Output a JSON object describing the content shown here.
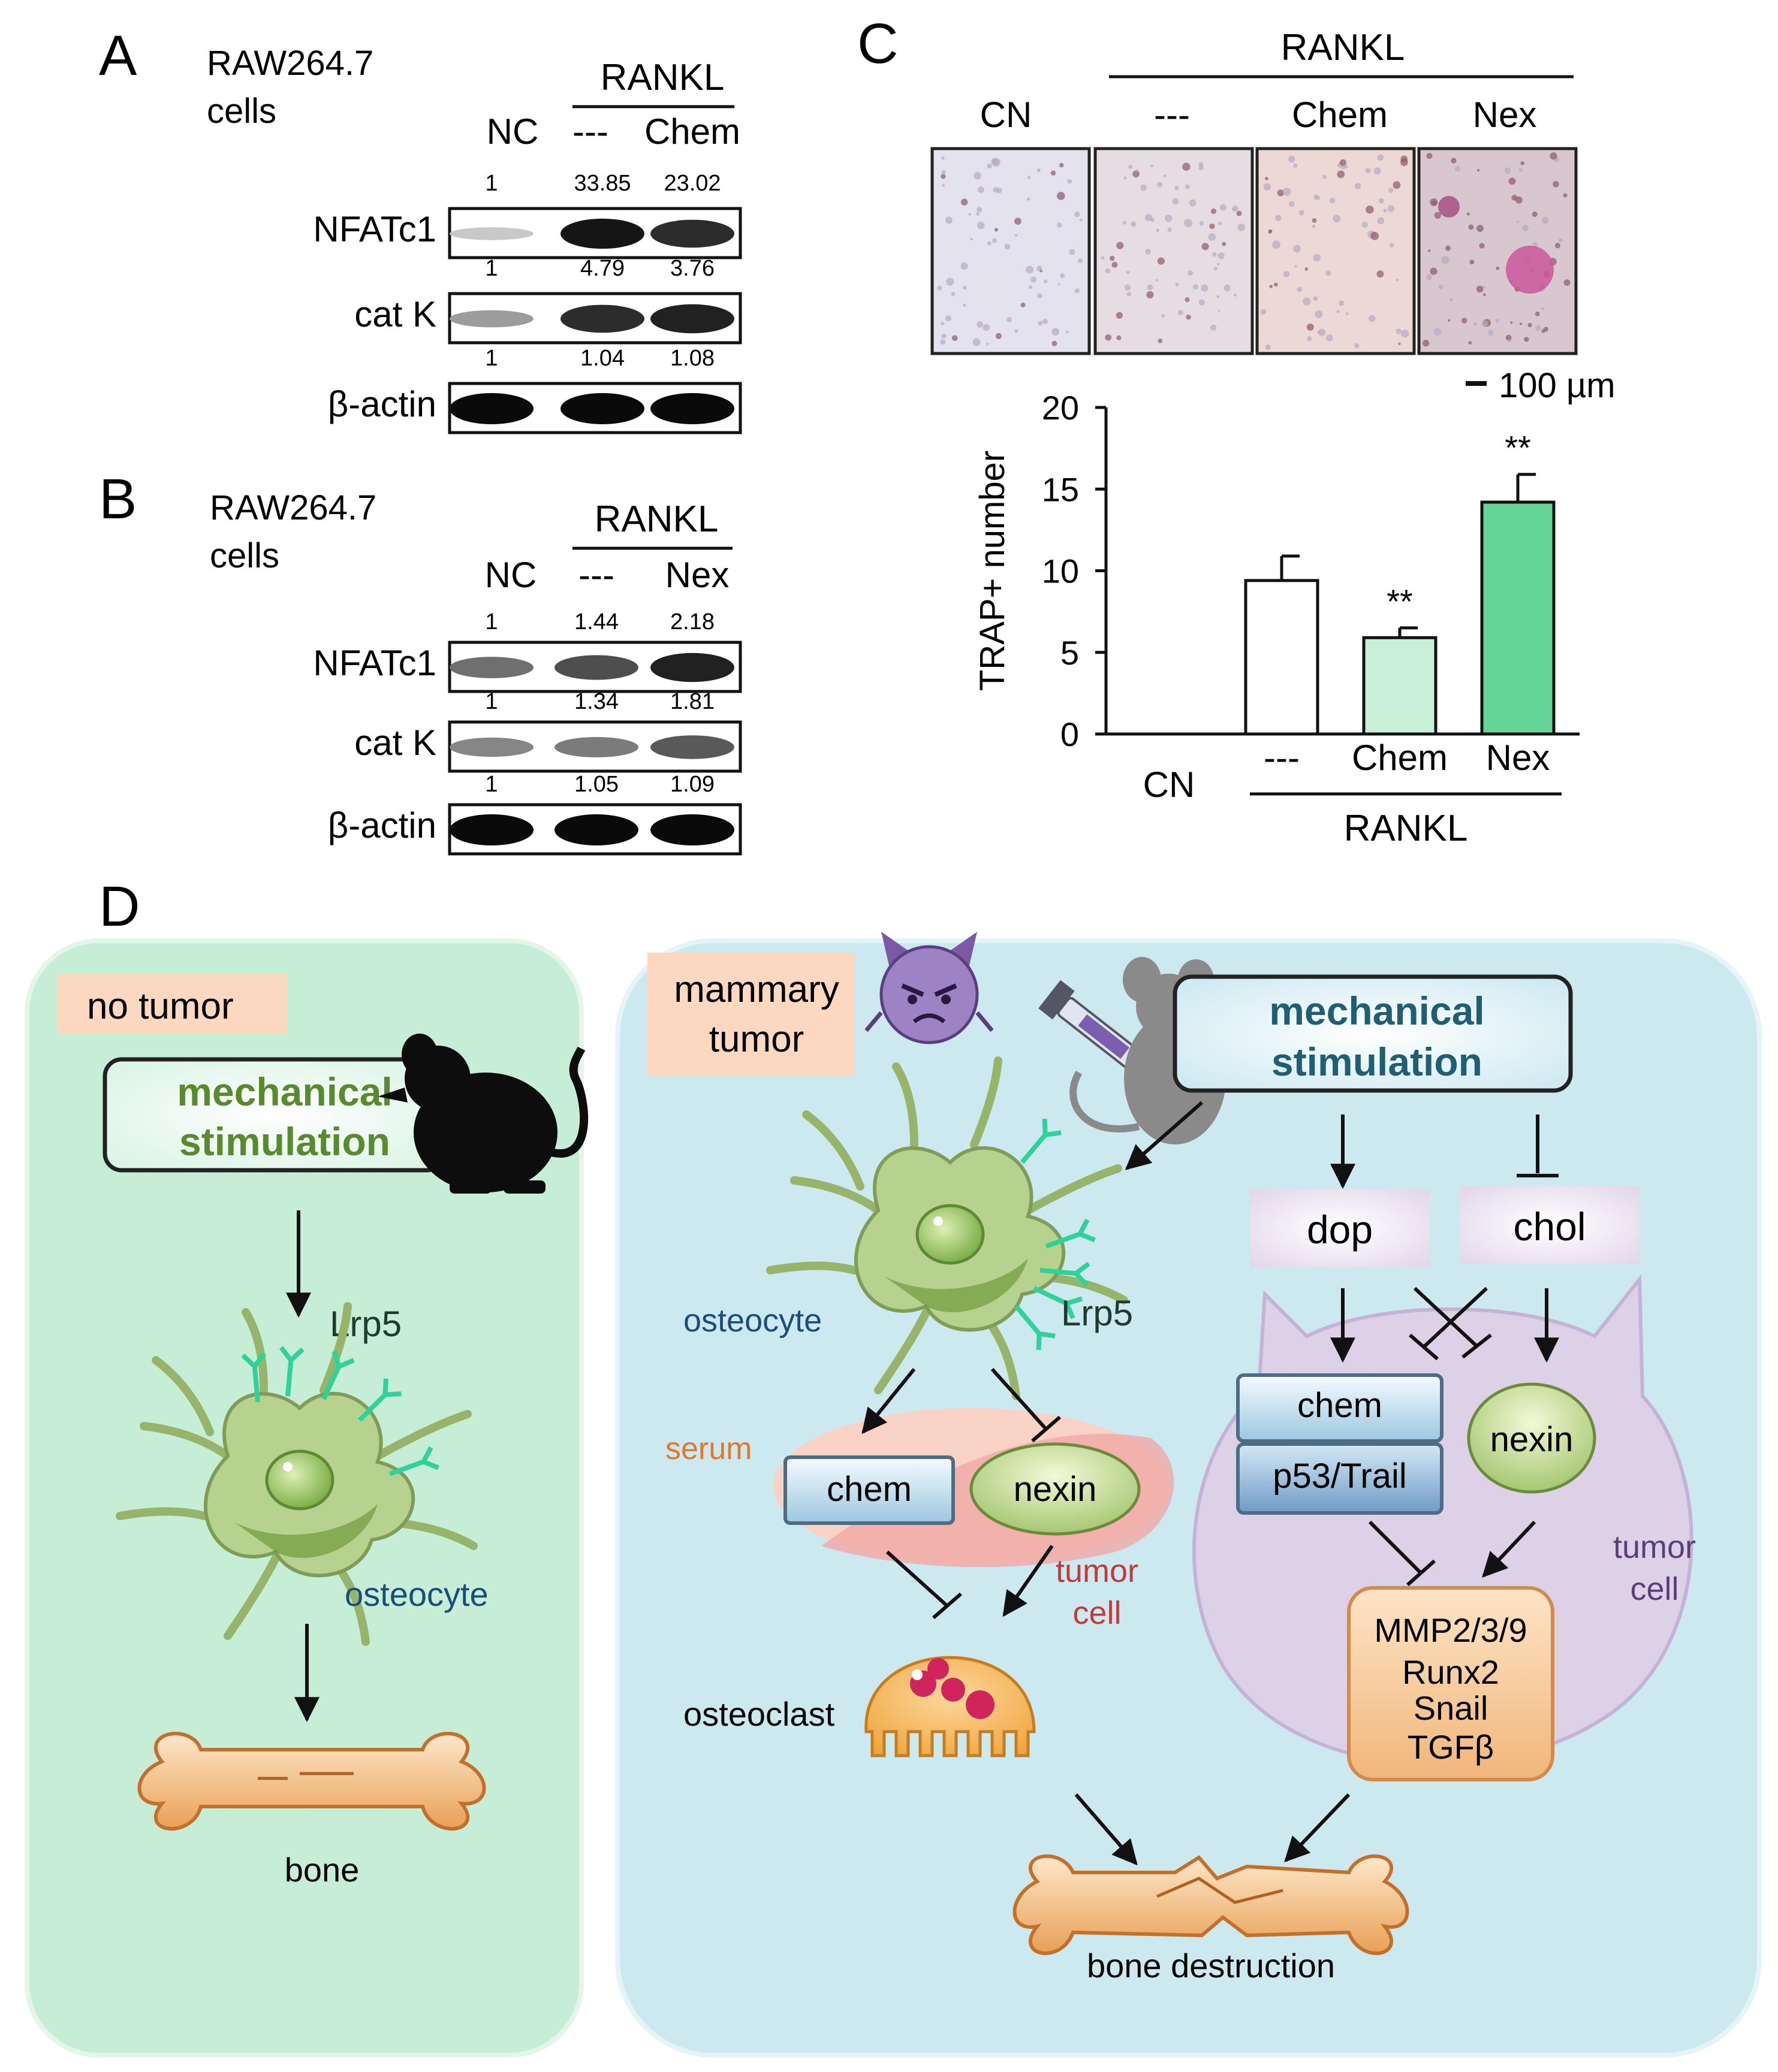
{
  "panel_A": {
    "letter": "A",
    "cell_line": "RAW264.7",
    "cell_line_2": "cells",
    "group_header": "RANKL",
    "lanes": [
      "NC",
      "---",
      "Chem"
    ],
    "rows": [
      {
        "label": "NFATc1",
        "values": [
          "1",
          "33.85",
          "23.02"
        ],
        "intensity": [
          0.15,
          0.95,
          0.85
        ]
      },
      {
        "label": "cat K",
        "values": [
          "1",
          "4.79",
          "3.76"
        ],
        "intensity": [
          0.35,
          0.85,
          0.9
        ]
      },
      {
        "label": "β-actin",
        "values": [
          "1",
          "1.04",
          "1.08"
        ],
        "intensity": [
          1,
          1,
          1
        ]
      }
    ]
  },
  "panel_B": {
    "letter": "B",
    "cell_line": "RAW264.7",
    "cell_line_2": "cells",
    "group_header": "RANKL",
    "lanes": [
      "NC",
      "---",
      "Nex"
    ],
    "rows": [
      {
        "label": "NFATc1",
        "values": [
          "1",
          "1.44",
          "2.18"
        ],
        "intensity": [
          0.55,
          0.7,
          0.9
        ]
      },
      {
        "label": "cat K",
        "values": [
          "1",
          "1.34",
          "1.81"
        ],
        "intensity": [
          0.45,
          0.5,
          0.65
        ]
      },
      {
        "label": "β-actin",
        "values": [
          "1",
          "1.05",
          "1.09"
        ],
        "intensity": [
          1,
          1,
          1
        ]
      }
    ]
  },
  "panel_C": {
    "letter": "C",
    "group_header": "RANKL",
    "image_labels": [
      "CN",
      "---",
      "Chem",
      "Nex"
    ],
    "scale_bar": "100 µm",
    "chart_data": {
      "type": "bar",
      "categories": [
        "CN",
        "---",
        "Chem",
        "Nex"
      ],
      "values": [
        0,
        9.4,
        5.9,
        14.2
      ],
      "errors": [
        0,
        1.5,
        0.6,
        1.7
      ],
      "significance": [
        "",
        "",
        "**",
        "**"
      ],
      "bar_colors": [
        "#ffffff",
        "#ffffff",
        "#c8f0d6",
        "#66d494"
      ],
      "ylabel": "TRAP+ number",
      "ylim": [
        0,
        20
      ],
      "yticks": [
        0,
        5,
        10,
        15,
        20
      ],
      "group_label": "RANKL"
    }
  },
  "panel_D": {
    "letter": "D",
    "left": {
      "tag": "no tumor",
      "stim": "mechanical stimulation",
      "stim_line1": "mechanical",
      "stim_line2": "stimulation",
      "receptor": "Lrp5",
      "cell": "osteocyte",
      "bone": "bone"
    },
    "right": {
      "tag_line1": "mammary",
      "tag_line2": "tumor",
      "stim_line1": "mechanical",
      "stim_line2": "stimulation",
      "osteocyte": "osteocyte",
      "receptor": "Lrp5",
      "serum": "serum",
      "chem": "chem",
      "nexin": "nexin",
      "tumor_cell_1": "tumor",
      "tumor_cell_2": "cell",
      "osteoclast": "osteoclast",
      "dop": "dop",
      "chol": "chol",
      "chem2": "chem",
      "p53": "p53/Trail",
      "nexin2": "nexin",
      "targets": [
        "MMP2/3/9",
        "Runx2",
        "Snail",
        "TGFβ"
      ],
      "tumor_cell_r1": "tumor",
      "tumor_cell_r2": "cell",
      "outcome": "bone destruction"
    },
    "colors": {
      "left_bg": "#c6eed6",
      "right_bg": "#cde9f0",
      "tag_bg": "#fbd8bf",
      "cell_green": "#b7d28e",
      "mmp_bg": "#f9cfa2",
      "tumor_cell": "#ddd1e8",
      "serum": "#f8c7b8"
    }
  }
}
